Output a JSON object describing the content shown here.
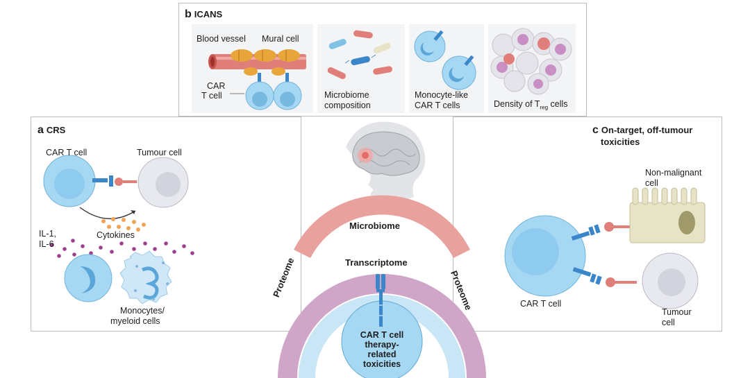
{
  "panel_b": {
    "letter": "b",
    "title": "ICANS",
    "blood_vessel": "Blood vessel",
    "mural_cell": "Mural cell",
    "car_t_line1": "CAR",
    "car_t_line2": "T cell",
    "microbiome_line1": "Microbiome",
    "microbiome_line2": "composition",
    "monocyte_line1": "Monocyte-like",
    "monocyte_line2": "CAR T cells",
    "density_prefix": "Density of T",
    "density_sub": "reg",
    "density_suffix": " cells"
  },
  "panel_a": {
    "letter": "a",
    "title": "CRS",
    "car_t": "CAR T cell",
    "tumour": "Tumour cell",
    "cytokines": "Cytokines",
    "il1": "IL-1,",
    "il6": "IL-6",
    "mono_line1": "Monocytes/",
    "mono_line2": "myeloid cells"
  },
  "panel_c": {
    "letter": "c",
    "title_line1": "On-target, off-tumour",
    "title_line2": "toxicities",
    "nonmal_line1": "Non-malignant",
    "nonmal_line2": "cell",
    "car_t": "CAR T cell",
    "tumour_line1": "Tumour",
    "tumour_line2": "cell"
  },
  "center": {
    "microbiome": "Microbiome",
    "proteome_left": "Proteome",
    "proteome_right": "Proteome",
    "transcriptome": "Transcriptome",
    "core_line1": "CAR T cell",
    "core_line2": "therapy-",
    "core_line3": "related",
    "core_line4": "toxicities"
  },
  "colors": {
    "microbiome_band": "#e8a19d",
    "proteome_band": "#d0a6c8",
    "transcriptome_band": "#c9e6f6",
    "cell_blue": "#a6d8f3",
    "receptor_blue": "#3a86c8"
  }
}
